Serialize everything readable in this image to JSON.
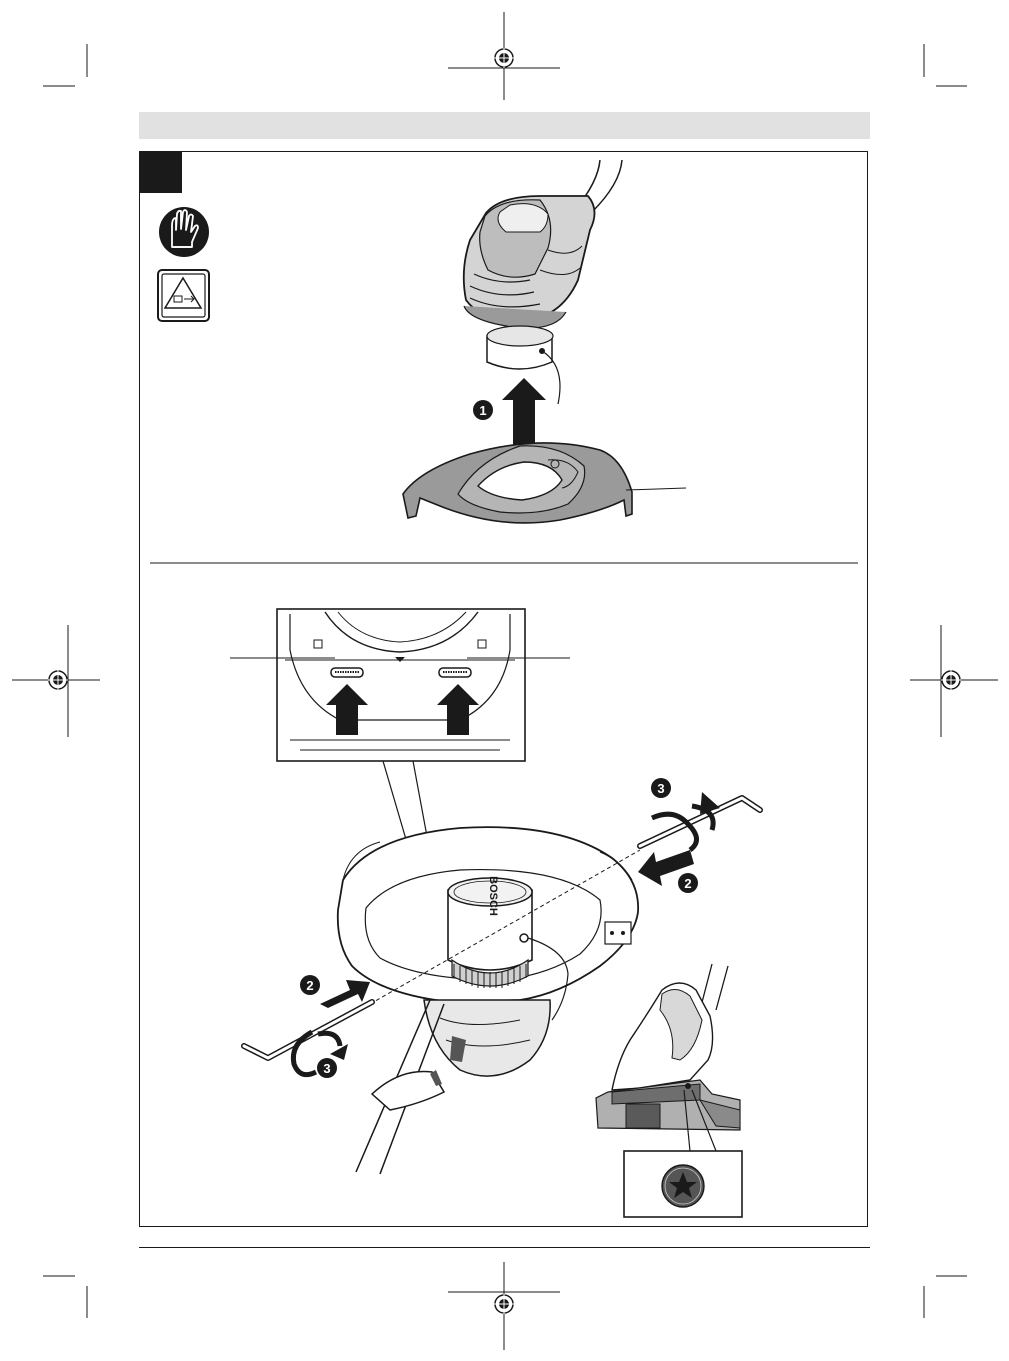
{
  "page": {
    "header_band": "",
    "figure_tag": ""
  },
  "icons": {
    "gloves": "gloves-icon",
    "battery_remove": "battery-remove-icon",
    "registration": "registration-mark-icon",
    "hex_key": "allen-key-icon",
    "torx": "torx-screw-icon"
  },
  "steps": {
    "lift": "1",
    "push_key": "2",
    "turn_key": "3"
  },
  "spool": {
    "brand": "BOSCH"
  },
  "colors": {
    "band": "#e1e1e1",
    "guard_fill": "#9a9a9a",
    "ink": "#1a1a1a",
    "callout_fill": "#555555"
  }
}
